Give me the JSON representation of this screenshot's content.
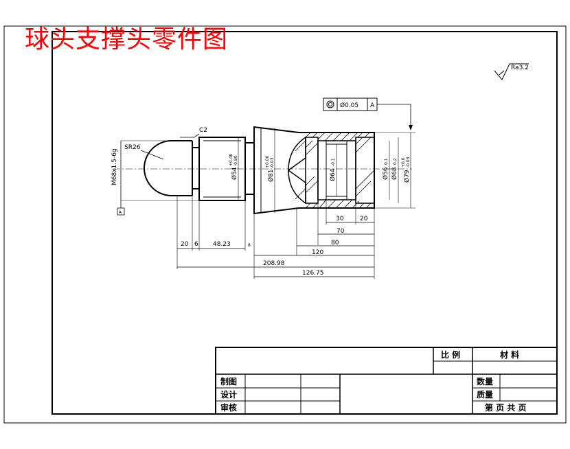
{
  "title": "球头支撑头零件图",
  "roughness": "Ra3.2",
  "tolerance_frame": {
    "symbol": "◎",
    "value": "Ø0.05",
    "datum": "A"
  },
  "datum_label": "A",
  "chamfer_label": "C2",
  "dimensions": {
    "sr": "SR26",
    "thread": "M68x1.5-6g",
    "d1": "Ø54",
    "d2": "Ø81",
    "d3": "Ø64",
    "d4": "Ø56",
    "d5": "Ø68",
    "d6": "Ø79",
    "l20": "20",
    "l6": "6",
    "l4823": "48.23",
    "l8": "8",
    "l20988": "208.98",
    "l12675": "126.75",
    "l120": "120",
    "l80": "80",
    "l70": "70",
    "l30": "30",
    "l20b": "20"
  },
  "tolerances": {
    "d1_upper": "+0.40",
    "d1_lower": "-0.80",
    "d2_upper": "+0.00",
    "d2_lower": "-0.03",
    "d3_tol": "-0.1",
    "d4_tol": "0.1",
    "d5_tol": "0.2",
    "d6_upper": "+0.0",
    "d6_lower": "-0.03"
  },
  "title_block": {
    "scale": "比 例",
    "material": "材 料",
    "drawn": "制图",
    "design": "设计",
    "review": "审核",
    "quantity": "数量",
    "mass": "质量",
    "sheet": "第 页 共 页"
  }
}
